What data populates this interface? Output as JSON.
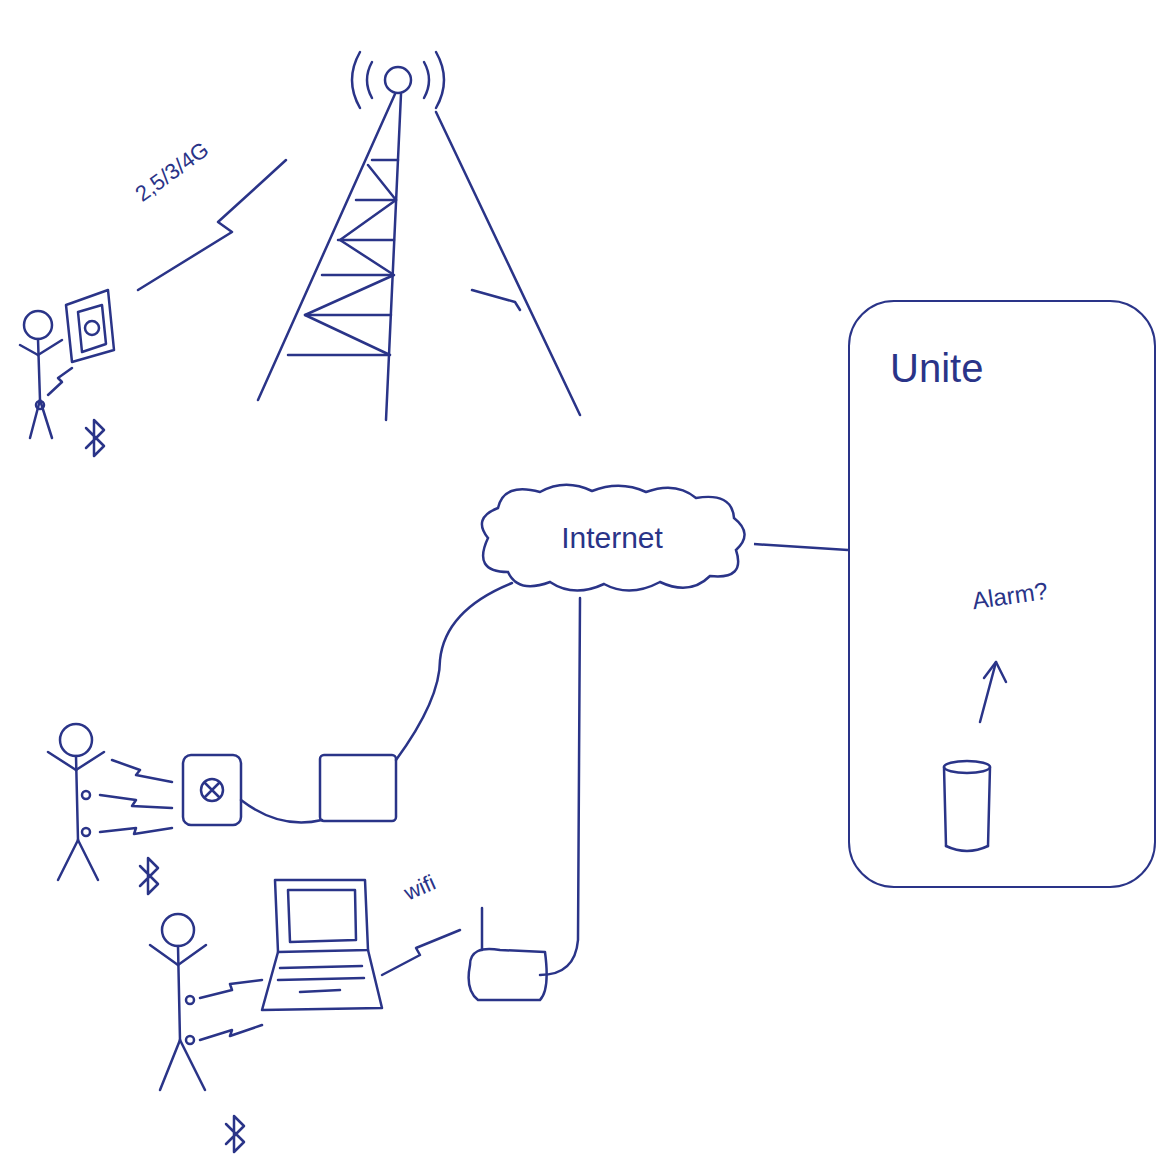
{
  "diagram": {
    "nodes": [
      {
        "text": [
          "Internet"
        ]
      },
      {
        "text": [
          "Unite",
          "Alarm?"
        ]
      }
    ],
    "edges": [
      {
        "from": 0,
        "to": 1,
        "arrow": "none"
      }
    ],
    "labels": [
      "2,5/3/4G",
      "wifi"
    ]
  }
}
